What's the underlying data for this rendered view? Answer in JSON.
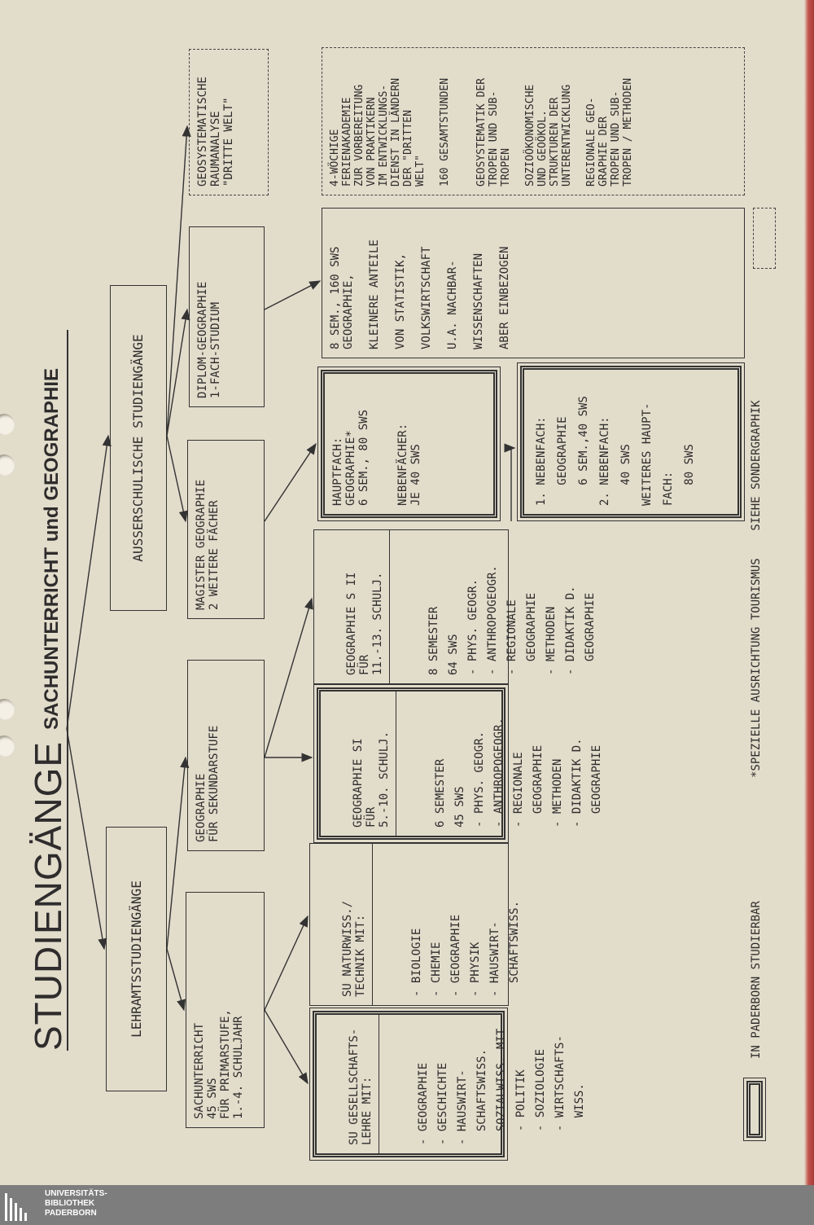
{
  "title": {
    "main": "STUDIENGÄNGE",
    "sub": "SACHUNTERRICHT und GEOGRAPHIE"
  },
  "level1": {
    "lehramt": "LEHRAMTSSTUDIENGÄNGE",
    "ausserschulisch": "AUSSERSCHULISCHE STUDIENGÄNGE"
  },
  "level2": {
    "sachunterricht": "SACHUNTERRICHT\n45 SWS\nFÜR PRIMARSTUFE,\n1.-4. SCHULJAHR",
    "geo_sek": "GEOGRAPHIE\nFÜR SEKUNDARSTUFE",
    "magister": "MAGISTER GEOGRAPHIE\n2 WEITERE FÄCHER",
    "diplom": "DIPLOM-GEOGRAPHIE\n1-FACH-STUDIUM",
    "dritte_welt": "GEOSYSTEMATISCHE\nRAUMANALYSE\n\"DRITTE WELT\""
  },
  "level3": {
    "su_ges": {
      "header": "SU GESELLSCHAFTS-\nLEHRE MIT:",
      "body": "- GEOGRAPHIE\n- GESCHICHTE\n- HAUSWIRT-\n  SCHAFTSWISS.\n- SOZIALWISS. MIT\n  - POLITIK\n  - SOZIOLOGIE\n  - WIRTSCHAFTS-\n    WISS."
    },
    "su_nat": {
      "header": "SU NATURWISS./\nTECHNIK MIT:",
      "body": "- BIOLOGIE\n- CHEMIE\n- GEOGRAPHIE\n- PHYSIK\n- HAUSWIRT-\n  SCHAFTSWISS."
    },
    "geo_s1": {
      "header": "GEOGRAPHIE SI\nFÜR\n5.-10. SCHULJ.",
      "body": "6 SEMESTER\n45 SWS\n- PHYS. GEOGR.\n- ANTHROPOGEOGR.\n- REGIONALE\n  GEOGRAPHIE\n- METHODEN\n- DIDAKTIK D.\n  GEOGRAPHIE"
    },
    "geo_s2": {
      "header": "GEOGRAPHIE S II\nFÜR\n11.-13. SCHULJ.",
      "body": "8 SEMESTER\n64 SWS\n- PHYS. GEOGR.\n- ANTHROPOGEOGR.\n- REGIONALE\n  GEOGRAPHIE\n- METHODEN\n- DIDAKTIK D.\n  GEOGRAPHIE"
    },
    "hauptfach": "HAUPTFACH:\nGEOGRAPHIE*\n6 SEM., 80 SWS\n\n\nNEBENFÄCHER:\nJE 40 SWS",
    "nebenfach": "1. NEBENFACH:\n   GEOGRAPHIE\n   6 SEM.,40 SWS\n2. NEBENFACH:\n   40 SWS\nWEITERES HAUPT-\nFACH:\n   80 SWS",
    "diplom_detail": "8 SEM., 160 SWS\nGEOGRAPHIE,\n\nKLEINERE ANTEILE\n\nVON STATISTIK,\n\nVOLKSWIRTSCHAFT\n\nU.A. NACHBAR-\n\nWISSENSCHAFTEN\n\nABER EINBEZOGEN",
    "dritte_welt_detail": "4-WÖCHIGE\nFERIENAKADEMIE\nZUR VORBEREITUNG\nVON PRAKTIKERN\nIM ENTWICKLUNGS-\nDIENST IN LÄNDERN\nDER \"DRITTEN\nWELT\"\n\n160 GESAMTSTUNDEN\n\n\nGEOSYSTEMATIK DER\nTROPEN UND SUB-\nTROPEN\n\nSOZIOÖKONOMISCHE\nUND GEOÖKOL.\nSTRUKTUREN DER\nUNTERENTWICKLUNG\n\nREGIONALE GEO-\nGRAPHIE DER\nTROPEN UND SUB-\nTROPEN / METHODEN"
  },
  "legend": {
    "paderborn": "IN PADERBORN STUDIERBAR",
    "footnote": "*SPEZIELLE AUSRICHTUNG TOURISMUS    SIEHE SONDERGRAPHIK"
  },
  "footer": {
    "library": "UNIVERSITÄTS-\nBIBLIOTHEK\nPADERBORN"
  }
}
